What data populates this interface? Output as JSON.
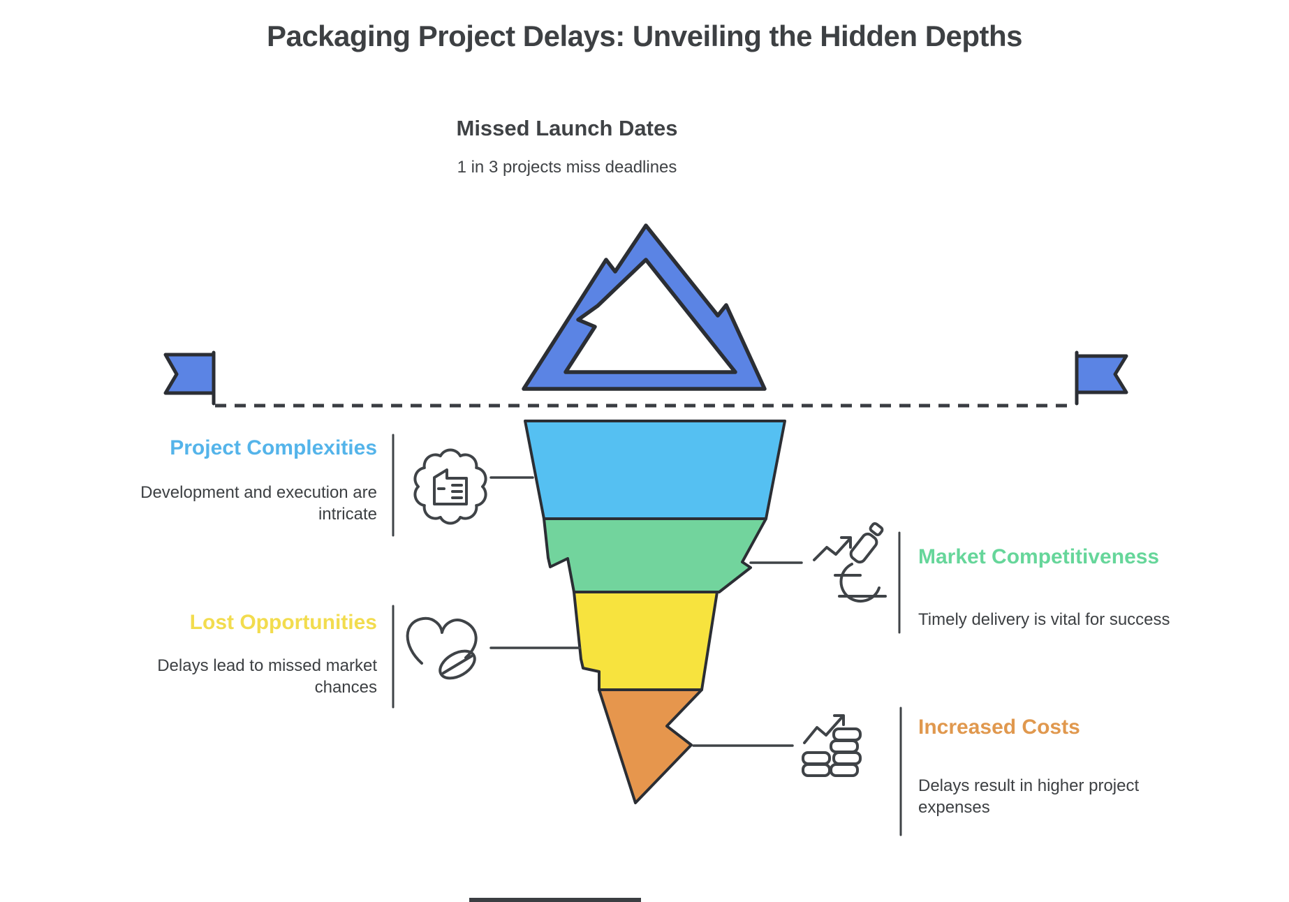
{
  "title": "Packaging Project Delays: Unveiling the Hidden Depths",
  "iceberg": {
    "heading": "Missed Launch Dates",
    "subheading": "1 in 3 projects miss deadlines"
  },
  "sections": [
    {
      "label": "Project Complexities",
      "description": "Development and execution are intricate",
      "accent": "#54b4ea",
      "layer_color": "#55c0f2",
      "icon": "gear-factory-icon",
      "side": "left"
    },
    {
      "label": "Market Competitiveness",
      "description": "Timely delivery is vital for success",
      "accent": "#66d69a",
      "layer_color": "#72d49d",
      "icon": "microscope-icon",
      "side": "right"
    },
    {
      "label": "Lost Opportunities",
      "description": "Delays lead to missed market chances",
      "accent": "#f2dc4e",
      "layer_color": "#f7e33e",
      "icon": "heart-pill-icon",
      "side": "left"
    },
    {
      "label": "Increased Costs",
      "description": "Delays result in higher project expenses",
      "accent": "#e0984e",
      "layer_color": "#e6964d",
      "icon": "coins-growth-icon",
      "side": "right"
    }
  ],
  "colors": {
    "mountain_blue": "#5b84e4",
    "outline": "#2b2e34",
    "text_dark": "#3d4043",
    "icon_stroke": "#3f4347",
    "waterline": "#3a3d42"
  }
}
